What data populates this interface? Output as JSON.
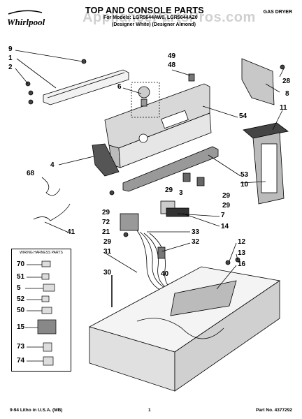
{
  "header": {
    "brand": "Whirlpool",
    "title": "TOP AND CONSOLE PARTS",
    "models_line": "For Models: LGR5644AW0, LGR5644AZ0",
    "colors_line": "(Designer White) (Designer Almond)",
    "category": "GAS DRYER",
    "watermark": "AppliancePartsPros.com"
  },
  "legend": {
    "title": "WIRING HARNESS PARTS",
    "items": [
      "70",
      "51",
      "5",
      "52",
      "50",
      "15",
      "73",
      "74"
    ]
  },
  "callouts": {
    "c9": "9",
    "c1": "1",
    "c2": "2",
    "c49": "49",
    "c48": "48",
    "c6": "6",
    "c8": "8",
    "c28": "28",
    "c11": "11",
    "c54": "54",
    "c4": "4",
    "c68": "68",
    "c53": "53",
    "c10": "10",
    "c3": "3",
    "c29a": "29",
    "c29b": "29",
    "c29c": "29",
    "c29d": "29",
    "c72": "72",
    "c21": "21",
    "c7": "7",
    "c14": "14",
    "c41": "41",
    "c33": "33",
    "c32": "32",
    "c31": "31",
    "c12": "12",
    "c13": "13",
    "c16": "16",
    "c30": "30",
    "c40": "40"
  },
  "footer": {
    "left": "9-94 Litho in U.S.A. (MB)",
    "center": "1",
    "right": "Part No. 4377292"
  },
  "icons": [
    "whirlpool-logo",
    "parts-diagram"
  ]
}
